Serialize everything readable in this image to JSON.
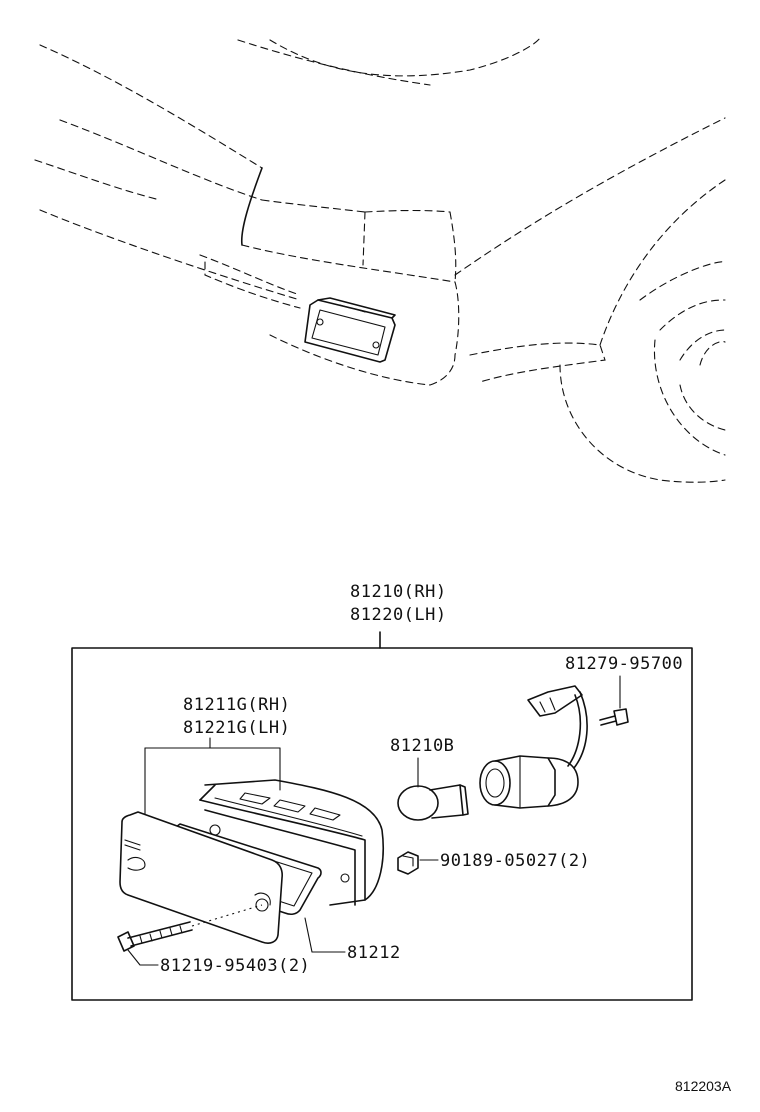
{
  "diagram": {
    "assembly": {
      "part_rh": "81210(RH)",
      "part_lh": "81220(LH)"
    },
    "parts": {
      "lens_rh": "81211G(RH)",
      "lens_lh": "81221G(LH)",
      "bulb": "81210B",
      "socket": "81279-95700",
      "nut": "90189-05027(2)",
      "gasket": "81212",
      "screw": "81219-95403(2)"
    },
    "reference_code": "812203A"
  }
}
